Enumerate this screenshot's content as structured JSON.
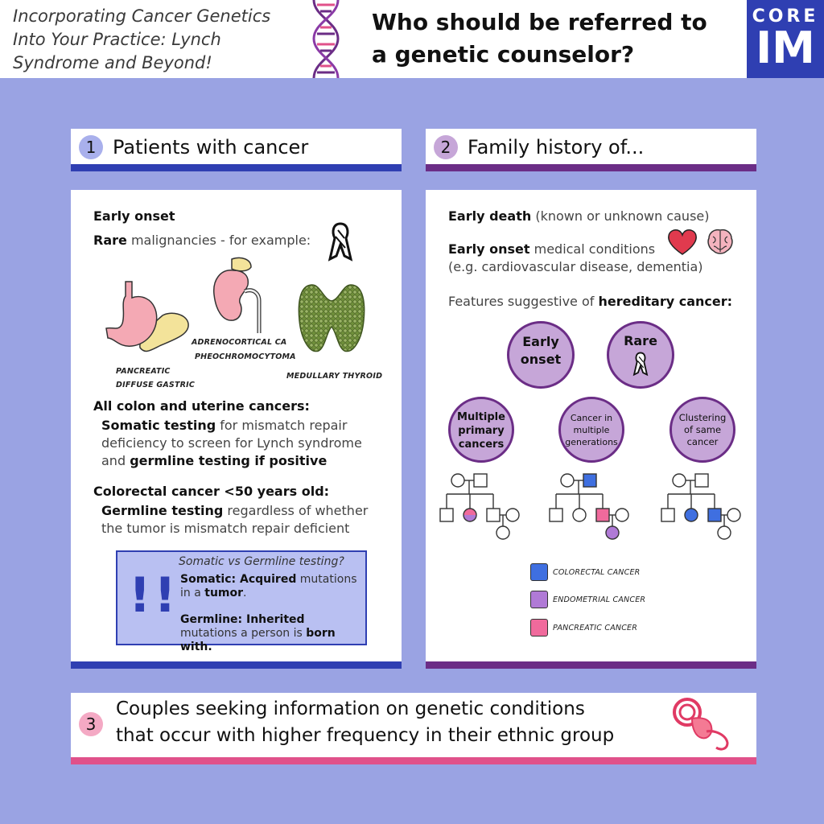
{
  "header": {
    "series_title": "Incorporating Cancer Genetics\nInto Your Practice: Lynch\nSyndrome and Beyond!",
    "main_title": "Who should be referred to\na genetic counselor?",
    "brand_top": "CORE",
    "brand_bottom": "IM"
  },
  "colors": {
    "background": "#9aa3e3",
    "section1_accent": "#2f3fb2",
    "section2_accent": "#6b2d86",
    "section3_accent": "#e0518a",
    "colorectal": "#3f6fe0",
    "endometrial": "#b07ad6",
    "pancreatic": "#f06a9c"
  },
  "section1": {
    "number": "1",
    "title": "Patients with cancer",
    "early_onset": "Early onset",
    "rare_bold": "Rare",
    "rare_rest": " malignancies - for example:",
    "organ_labels": {
      "pancreatic_line1": "PANCREATIC",
      "pancreatic_line2": "DIFFUSE GASTRIC",
      "adrenal_line1": "ADRENOCORTICAL CA",
      "adrenal_line2": "PHEOCHROMOCYTOMA",
      "thyroid": "MEDULLARY THYROID"
    },
    "colon_heading": "All colon and uterine cancers:",
    "colon_b1": "Somatic testing",
    "colon_t1": " for mismatch repair deficiency to screen for Lynch syndrome and ",
    "colon_b2": "germline testing if positive",
    "crc_heading": "Colorectal cancer <50 years old:",
    "crc_b1": "Germline testing",
    "crc_t1": " regardless of whether the tumor is mismatch repair deficient",
    "note": {
      "exclaim": "!!",
      "question": "Somatic vs Germline testing?",
      "somatic_b": "Somatic: Acquired",
      "somatic_t1": " mutations in a ",
      "somatic_b2": "tumor",
      "somatic_t2": ".",
      "germline_b": "Germline: Inherited",
      "germline_t1": " mutations a person is ",
      "germline_b2": "born with."
    }
  },
  "section2": {
    "number": "2",
    "title": "Family history of...",
    "early_death_b": "Early death",
    "early_death_t": " (known or unknown cause)",
    "early_onset_b": "Early onset",
    "early_onset_t": " medical conditions",
    "examples": "(e.g. cardiovascular disease, dementia)",
    "features_t": "Features suggestive of ",
    "features_b": "hereditary cancer:",
    "circles": {
      "early_onset": "Early\nonset",
      "rare": "Rare",
      "multiple_primary": "Multiple\nprimary\ncancers",
      "multi_gen": "Cancer in\nmultiple\ngenerations",
      "clustering": "Clustering\nof same\ncancer"
    },
    "legend": [
      "COLORECTAL CANCER",
      "ENDOMETRIAL CANCER",
      "PANCREATIC CANCER"
    ]
  },
  "section3": {
    "number": "3",
    "line1": "Couples seeking information on genetic conditions",
    "line2": "that occur with higher frequency in their ethnic group"
  },
  "icons": [
    "dna-icon",
    "ribbon-icon",
    "heart-icon",
    "brain-icon",
    "pacifier-icon",
    "stomach-icon",
    "kidney-icon",
    "thyroid-icon"
  ]
}
